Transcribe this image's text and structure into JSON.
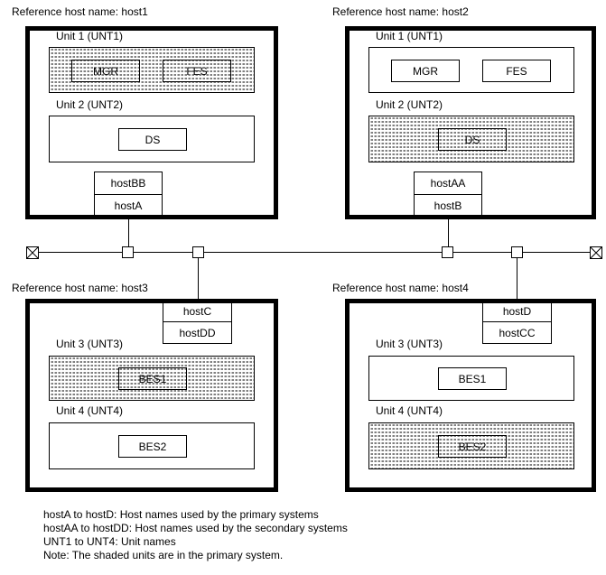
{
  "hosts": [
    {
      "label": "Reference host name: host1",
      "units": [
        {
          "label": "Unit 1 (UNT1)",
          "shaded": true,
          "components": [
            "MGR",
            "FES"
          ]
        },
        {
          "label": "Unit 2 (UNT2)",
          "shaded": false,
          "components": [
            "DS"
          ]
        }
      ],
      "hostnames": [
        "hostBB",
        "hostA"
      ]
    },
    {
      "label": "Reference host name: host2",
      "units": [
        {
          "label": "Unit 1 (UNT1)",
          "shaded": false,
          "components": [
            "MGR",
            "FES"
          ]
        },
        {
          "label": "Unit 2 (UNT2)",
          "shaded": true,
          "components": [
            "DS"
          ]
        }
      ],
      "hostnames": [
        "hostAA",
        "hostB"
      ]
    },
    {
      "label": "Reference host name: host3",
      "units": [
        {
          "label": "Unit 3 (UNT3)",
          "shaded": true,
          "components": [
            "BES1"
          ]
        },
        {
          "label": "Unit 4 (UNT4)",
          "shaded": false,
          "components": [
            "BES2"
          ]
        }
      ],
      "hostnames": [
        "hostC",
        "hostDD"
      ]
    },
    {
      "label": "Reference host name: host4",
      "units": [
        {
          "label": "Unit 3 (UNT3)",
          "shaded": false,
          "components": [
            "BES1"
          ]
        },
        {
          "label": "Unit 4 (UNT4)",
          "shaded": true,
          "components": [
            "BES2"
          ]
        }
      ],
      "hostnames": [
        "hostD",
        "hostCC"
      ]
    }
  ],
  "notes": [
    "hostA to hostD: Host names used by the primary systems",
    "hostAA to hostDD: Host names used by the secondary systems",
    "UNT1 to UNT4: Unit names",
    "Note: The shaded units are in the primary system."
  ],
  "colors": {
    "foreground": "#000000",
    "background": "#ffffff"
  }
}
